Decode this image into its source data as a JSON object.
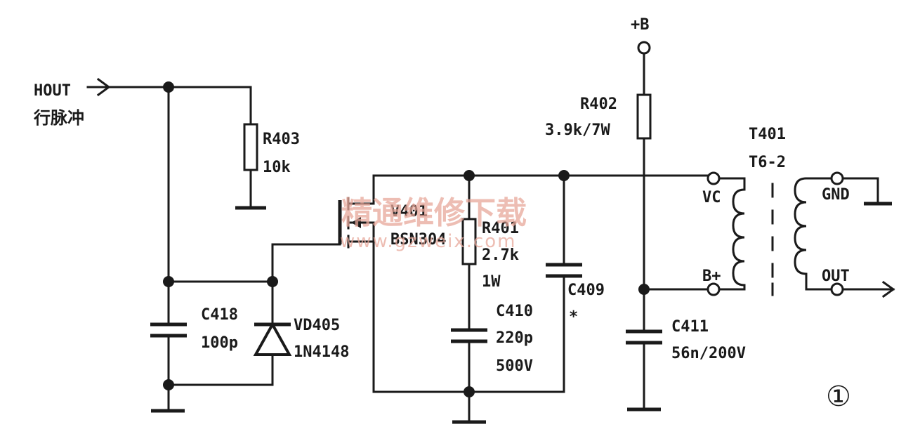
{
  "labels": {
    "hout": "HOUT",
    "hout_cn": "行脉冲",
    "r403": "R403",
    "r403_val": "10k",
    "v401": "V401",
    "v401_part": "BSN304",
    "r401": "R401",
    "r401_val": "2.7k",
    "r401_w": "1W",
    "c409": "C409",
    "c409_note": "*",
    "c410": "C410",
    "c410_val": "220p",
    "c410_v": "500V",
    "c418": "C418",
    "c418_val": "100p",
    "vd405": "VD405",
    "vd405_part": "1N4148",
    "plusb": "+B",
    "r402": "R402",
    "r402_val": "3.9k/7W",
    "t401": "T401",
    "t401_part": "T6-2",
    "vc": "VC",
    "bplus": "B+",
    "gnd": "GND",
    "out": "OUT",
    "c411": "C411",
    "c411_val": "56n/200V",
    "figure_no": "①"
  },
  "watermark": {
    "cn": "精通维修下载",
    "url": "www.gzweix.com",
    "color": "#e8a89a"
  }
}
